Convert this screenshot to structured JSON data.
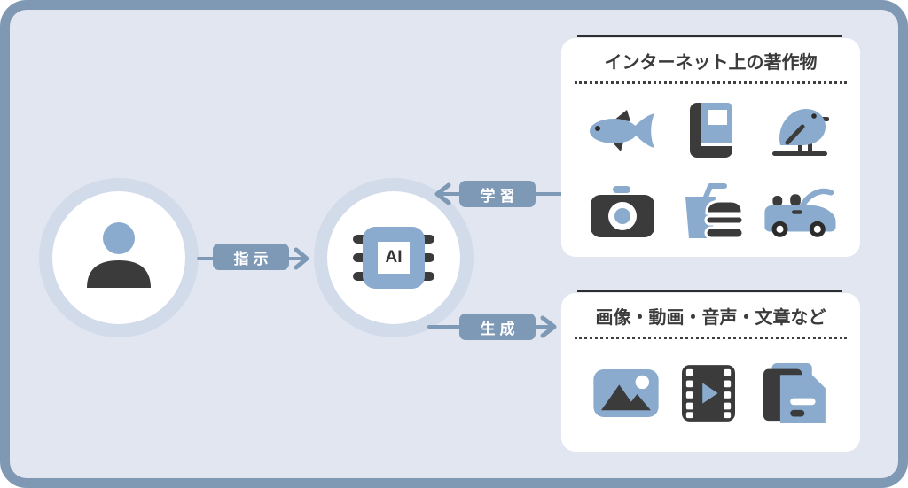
{
  "diagram": {
    "actor": {
      "name": "user"
    },
    "ai": {
      "chip_label": "AI"
    },
    "arrows": {
      "instruction": "指示",
      "learning": "学習",
      "generation": "生成"
    },
    "cards": {
      "training_sources": {
        "title": "インターネット上の著作物",
        "icons": [
          "fish",
          "book",
          "bird",
          "camera",
          "fast-food",
          "car"
        ]
      },
      "generated_outputs": {
        "title": "画像・動画・音声・文章など",
        "icons": [
          "picture",
          "film",
          "documents"
        ]
      }
    },
    "colors": {
      "frame": "#7f99b5",
      "background": "#e2e6f1",
      "ring": "#d2dbe9",
      "accent_blue": "#8aabce",
      "badge_blue": "#7e99b6",
      "dark": "#3b3b3b",
      "card": "#ffffff"
    }
  }
}
